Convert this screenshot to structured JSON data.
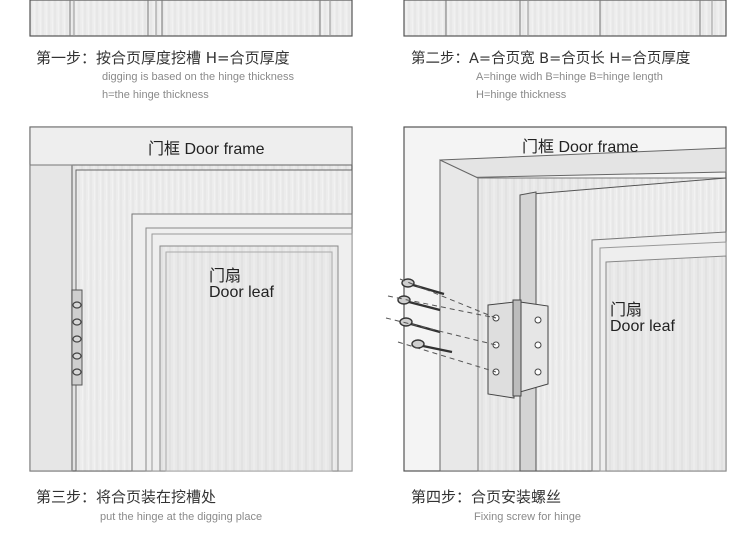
{
  "step1": {
    "title": "第一步：按合页厚度挖槽 H=合页厚度",
    "sub_en_1": "digging is based on the hinge thickness",
    "sub_en_2": "h=the hinge thickness"
  },
  "step2": {
    "title": "第二步：A=合页宽  B=合页长 H=合页厚度",
    "sub_en_1": "A=hinge widh B=hinge B=hinge length",
    "sub_en_2": "H=hinge thickness"
  },
  "step3": {
    "title": "第三步：将合页装在挖槽处",
    "sub_en": "put the hinge at the digging place",
    "frame_label": "门框  Door frame",
    "leaf_cn": "门扇",
    "leaf_en": "Door leaf"
  },
  "step4": {
    "title": "第四步：合页安装螺丝",
    "sub_en": "Fixing screw for hinge",
    "frame_label": "门框  Door frame",
    "leaf_cn": "门扇",
    "leaf_en": "Door leaf"
  },
  "colors": {
    "wood_light": "#ebebeb",
    "wood_mid": "#dcdcdc",
    "outline": "#5a5a5a",
    "text_gray": "#8a8a8a"
  }
}
